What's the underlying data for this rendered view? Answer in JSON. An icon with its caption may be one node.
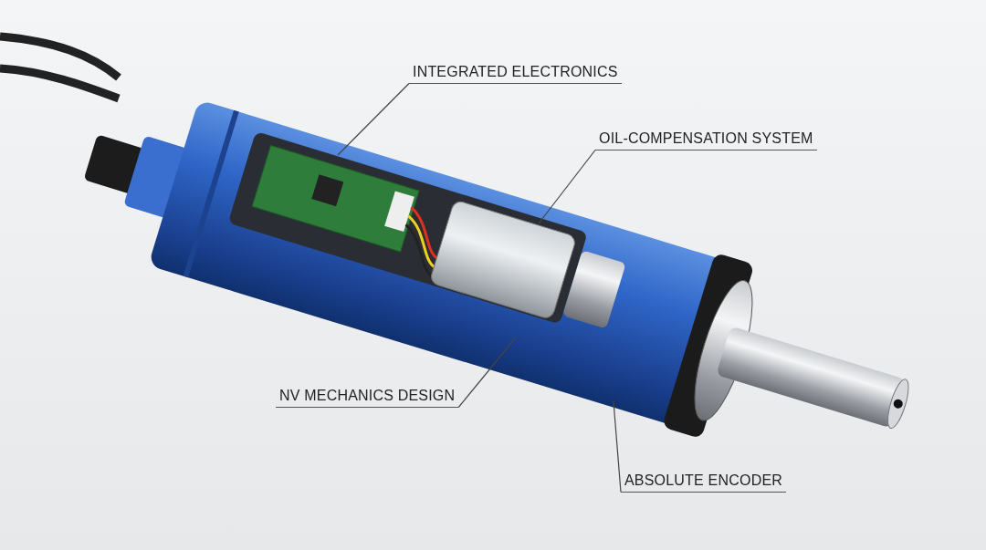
{
  "diagram": {
    "nodes": [
      {
        "text": [
          "INTEGRATED ELECTRONICS"
        ]
      },
      {
        "text": [
          "OIL-COMPENSATION SYSTEM"
        ]
      },
      {
        "text": [
          "NV MECHANICS DESIGN"
        ]
      },
      {
        "text": [
          "ABSOLUTE ENCODER"
        ]
      }
    ],
    "edges": [
      {
        "from": 0,
        "to": null,
        "arrow": "none"
      },
      {
        "from": 1,
        "to": null,
        "arrow": "none"
      },
      {
        "from": 2,
        "to": null,
        "arrow": "none"
      },
      {
        "from": 3,
        "to": null,
        "arrow": "none"
      }
    ]
  }
}
